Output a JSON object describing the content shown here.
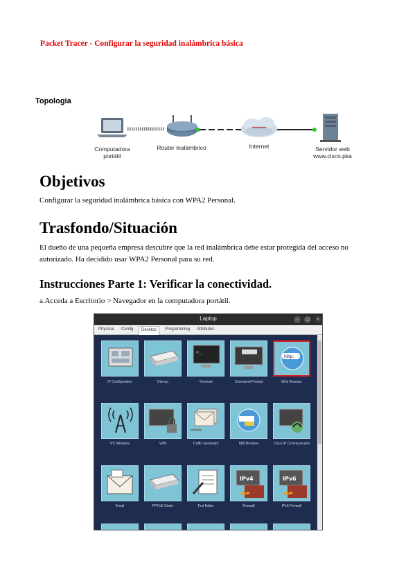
{
  "document": {
    "title": "Packet Tracer - Configurar la seguridad inalámbrica básica",
    "topology_label": "Topología"
  },
  "topology": {
    "laptop_label_1": "Computadora",
    "laptop_label_2": "portátil",
    "router_label": "Router inalámbrico",
    "internet_label": "Internet",
    "server_label_1": "Servidor web",
    "server_label_2": "www.cisco.pka"
  },
  "sections": {
    "objectives_heading": "Objetivos",
    "objectives_text": "Configurar la seguridad inalámbrica básica con WPA2 Personal.",
    "background_heading": "Trasfondo/Situación",
    "background_text": "El dueño de una pequeña empresa descubre que la red inalámbrica debe estar protegida del acceso no autorizado. Ha decidido usar WPA2 Personal para su red.",
    "instructions_heading": "Instrucciones Parte 1: Verificar la conectividad.",
    "step_a": "a.Acceda a Escritorio > Navegador en la computadora portátil."
  },
  "app": {
    "window_title": "Laptop",
    "controls": [
      "–",
      "□",
      "×"
    ],
    "tabs": [
      "Physical",
      "Config",
      "Desktop",
      "Programming",
      "Attributes"
    ],
    "active_tab": "Desktop",
    "tiles": [
      {
        "label": "IP Configuration",
        "icon": "ip-config-icon"
      },
      {
        "label": "Dial-up",
        "icon": "dialup-modem-icon"
      },
      {
        "label": "Terminal",
        "icon": "terminal-icon"
      },
      {
        "label": "Command Prompt",
        "icon": "command-prompt-icon"
      },
      {
        "label": "Web Browser",
        "icon": "web-browser-icon",
        "selected": true
      },
      {
        "label": "PC Wireless",
        "icon": "wireless-antenna-icon"
      },
      {
        "label": "VPN",
        "icon": "vpn-lock-icon"
      },
      {
        "label": "Traffic Generator",
        "icon": "traffic-generator-icon"
      },
      {
        "label": "MIB Browser",
        "icon": "mib-browser-icon"
      },
      {
        "label": "Cisco IP Communicator",
        "icon": "ip-communicator-icon"
      },
      {
        "label": "Email",
        "icon": "email-icon"
      },
      {
        "label": "PPPoE Dialer",
        "icon": "pppoe-dialer-icon"
      },
      {
        "label": "Text Editor",
        "icon": "text-editor-icon"
      },
      {
        "label": "Firewall",
        "icon": "firewall-ipv4-icon",
        "badge": "IPv4"
      },
      {
        "label": "IPv6 Firewall",
        "icon": "firewall-ipv6-icon",
        "badge": "IPv6"
      }
    ]
  },
  "colors": {
    "title_red": "#e00000",
    "app_background": "#1e2d4f",
    "tile_background": "#7fc3d6",
    "selected_border": "#e02020",
    "link_green": "#33cc33"
  }
}
